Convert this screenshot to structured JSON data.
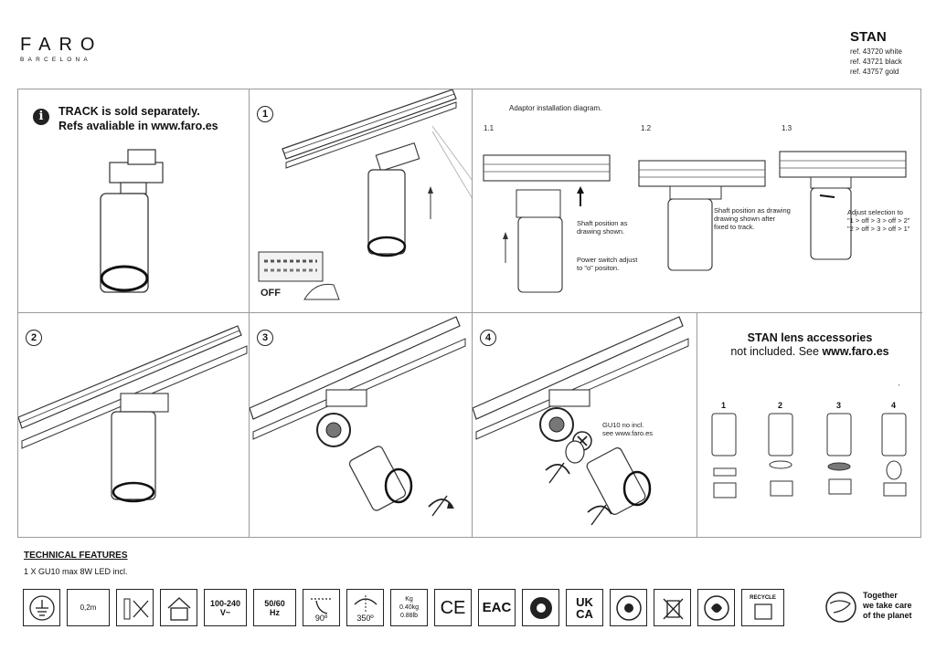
{
  "brand": {
    "name": "FARO",
    "sub": "BARCELONA"
  },
  "product": {
    "name": "STAN",
    "refs": [
      "ref. 43720 white",
      "ref. 43721 black",
      "ref. 43757 gold"
    ]
  },
  "info": {
    "line1": "TRACK is sold separately.",
    "line2": "Refs avaliable in www.faro.es",
    "icon": "i"
  },
  "step1": {
    "num": "1",
    "off_label": "OFF"
  },
  "adaptor": {
    "title": "Adaptor installation diagram.",
    "sub": [
      "1.1",
      "1.2",
      "1.3"
    ],
    "note_shaft": [
      "Shaft position as",
      "drawing shown."
    ],
    "note_power": [
      "Power switch adjust",
      "to \"o\" positon."
    ],
    "note_shaft2": [
      "Shaft position as drawing",
      "drawing shown after",
      "fixed to track."
    ],
    "note_adjust": [
      "Adjust selection to",
      "\"1 > off > 3 > off > 2\"",
      "\"2 > off > 3 > off > 1\""
    ]
  },
  "steps": {
    "s2": "2",
    "s3": "3",
    "s4": "4"
  },
  "gu10_note": [
    "GU10 no incl.",
    "see www.faro.es"
  ],
  "accessories": {
    "title_bold": "STAN lens accessories",
    "title_rest": "not included. See",
    "url": "www.faro.es",
    "nums": [
      "1",
      "2",
      "3",
      "4"
    ],
    "mark": "'"
  },
  "technical": {
    "title": "TECHNICAL FEATURES",
    "line": "1 X GU10 max 8W LED incl."
  },
  "icons": {
    "distance": "0,2m",
    "voltage": [
      "100-240",
      "V~"
    ],
    "freq": [
      "50/60",
      "Hz"
    ],
    "tilt": "90º",
    "rotate": "350º",
    "weight": [
      "Kg",
      "0.40kg",
      "0.88lb"
    ],
    "ce": "CE",
    "eac": "EAC",
    "ukca": [
      "UK",
      "CA"
    ],
    "recycle": "RECYCLE"
  },
  "planet": [
    "Together",
    "we take care",
    "of the planet"
  ]
}
